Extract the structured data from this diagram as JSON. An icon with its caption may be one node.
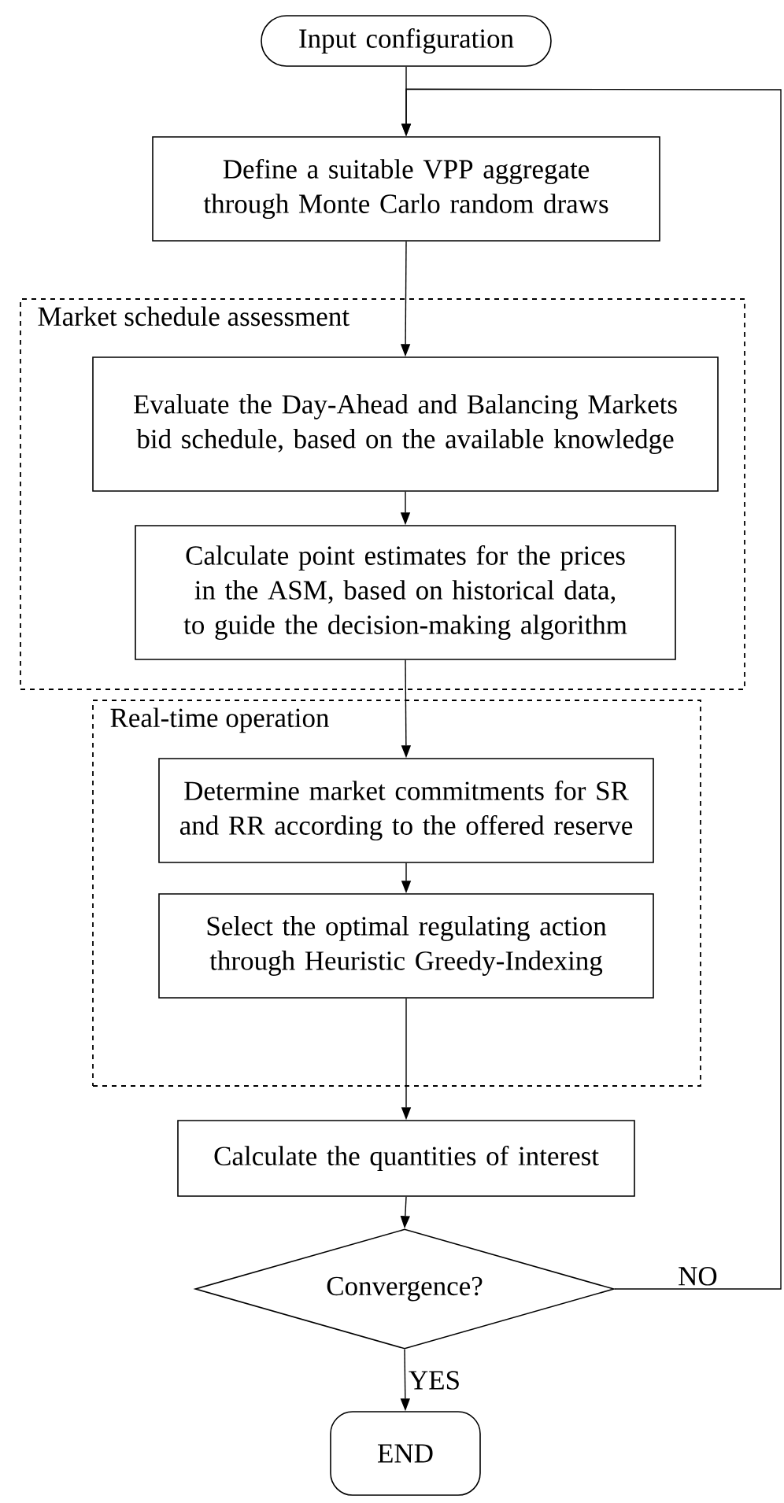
{
  "diagram": {
    "nodes": [
      {
        "text": [
          "Input configuration"
        ]
      },
      {
        "text": [
          "Define a suitable VPP aggregate through Monte Carlo random draws"
        ]
      },
      {
        "text": [
          "Market schedule assessment"
        ]
      },
      {
        "text": [
          "Evaluate the Day-Ahead and Balancing Markets bid schedule, based on the available knowledge"
        ],
        "in": 2
      },
      {
        "text": [
          "Calculate point estimates for the prices in the ASM, based on historical data, to guide the decision-making algorithm"
        ],
        "in": 2
      },
      {
        "text": [
          "Real-time operation"
        ]
      },
      {
        "text": [
          "Determine market commitments for SR and RR according to the offered reserve"
        ],
        "in": 5
      },
      {
        "text": [
          "Select the optimal regulating action through Heuristic Greedy-Indexing"
        ],
        "in": 5
      },
      {
        "text": [
          "Calculate the quantities of interest"
        ]
      },
      {
        "text": [
          "Convergence?"
        ]
      },
      {
        "text": [
          "END"
        ]
      }
    ],
    "edges": [
      {
        "from": 0,
        "to": 1,
        "arrow": "to"
      },
      {
        "from": 1,
        "to": 3,
        "arrow": "to"
      },
      {
        "from": 3,
        "to": 4,
        "arrow": "to"
      },
      {
        "from": 4,
        "to": 6,
        "arrow": "to"
      },
      {
        "from": 6,
        "to": 7,
        "arrow": "to"
      },
      {
        "from": 7,
        "to": 8,
        "arrow": "to"
      },
      {
        "from": 8,
        "to": 9,
        "arrow": "to"
      },
      {
        "from": 9,
        "to": 10,
        "arrow": "to",
        "label": "YES"
      },
      {
        "from": 9,
        "to": 1,
        "arrow": "to",
        "label": "NO"
      }
    ]
  }
}
